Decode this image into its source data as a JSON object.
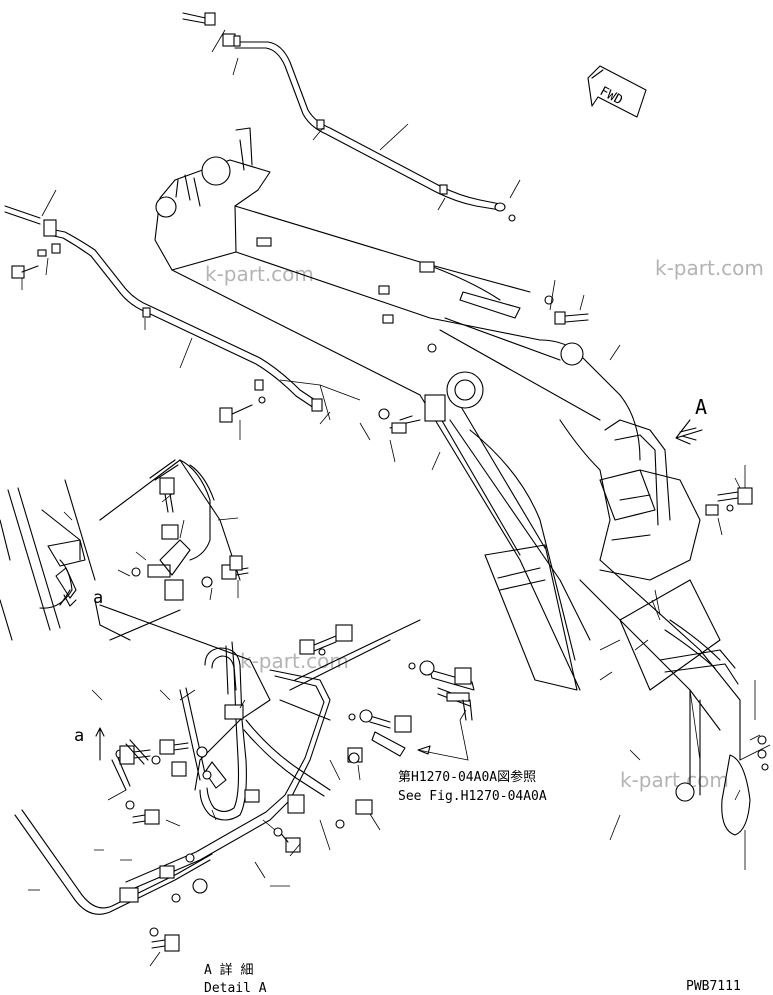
{
  "watermarks": [
    "k-part.com",
    "k-part.com",
    "k-part.com",
    "k-part.com"
  ],
  "labels": {
    "fwd": "FWD",
    "view_a": "A",
    "detail_a_marker_1": "a",
    "detail_a_marker_2": "a",
    "ref_jp": "第H1270-04A0A図参照",
    "ref_en": "See Fig.H1270-04A0A",
    "detail_jp": "A 詳 細",
    "detail_en": "Detail A",
    "drawing_no": "PWB7111"
  }
}
